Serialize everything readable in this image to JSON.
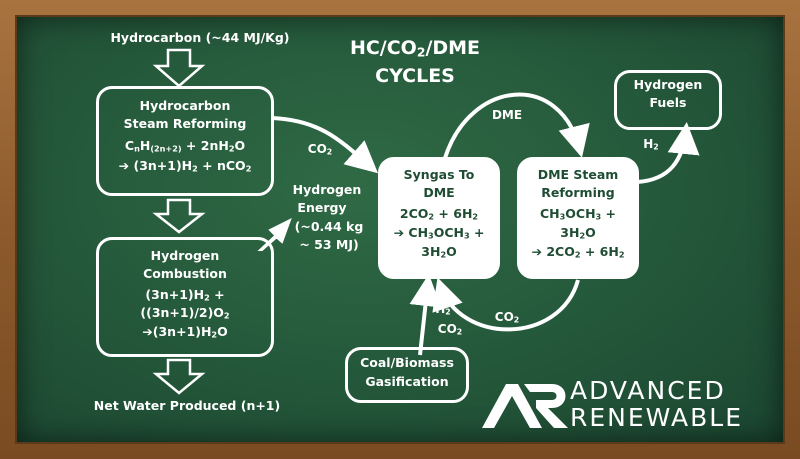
{
  "title": {
    "line1": "HC/CO",
    "sub": "2",
    "line1b": "/DME",
    "line2": "CYCLES"
  },
  "input": {
    "label": "Hydrocarbon (~44 MJ/Kg)"
  },
  "reforming": {
    "title1": "Hydrocarbon",
    "title2": "Steam Reforming",
    "eq1a": "C",
    "eq1b": "n",
    "eq1c": "H",
    "eq1d": "(2n+2)",
    "eq1e": " + 2nH",
    "eq1f": "2",
    "eq1g": "O",
    "eq2": "(3n+1)H",
    "eq2sub": "2",
    "eq2b": " + nCO",
    "eq2sub2": "2"
  },
  "combustion": {
    "title1": "Hydrogen",
    "title2": "Combustion",
    "eq1": "(3n+1)H",
    "eq1sub": "2",
    "eq1b": " +",
    "eq2": "((3n+1)/2)O",
    "eq2sub": "2",
    "eq3": "(3n+1)H",
    "eq3sub": "2",
    "eq3b": "O"
  },
  "energy": {
    "line1": "Hydrogen",
    "line2": "Energy",
    "line3": "(~0.44 kg",
    "line4": "~ 53 MJ)"
  },
  "output": {
    "label": "Net Water Produced  (n+1)"
  },
  "co2_label_left": {
    "text": "CO",
    "sub": "2"
  },
  "syngas": {
    "title1": "Syngas To",
    "title2": "DME",
    "eq1": "2CO",
    "eq1sub": "2",
    "eq1b": " + 6H",
    "eq1sub2": "2",
    "eq2": "CH",
    "eq2sub": "3",
    "eq2b": "OCH",
    "eq2sub2": "3",
    "eq2c": " +",
    "eq3": "3H",
    "eq3sub": "2",
    "eq3b": "O"
  },
  "dme_reforming": {
    "title1": "DME Steam",
    "title2": "Reforming",
    "eq1": "CH",
    "eq1sub": "3",
    "eq1b": "OCH",
    "eq1sub2": "3",
    "eq1c": " +",
    "eq2": "3H",
    "eq2sub": "2",
    "eq2b": "O",
    "eq3": "2CO",
    "eq3sub": "2",
    "eq3b": " + 6H",
    "eq3sub2": "2"
  },
  "dme_label": "DME",
  "co2_label_bottom": {
    "text": "CO",
    "sub": "2"
  },
  "h2_label_fuels": {
    "text": "H",
    "sub": "2"
  },
  "fuels": {
    "line1": "Hydrogen",
    "line2": "Fuels"
  },
  "gasification": {
    "line1": "Coal/Biomass",
    "line2": "Gasification",
    "h2": "H",
    "h2sub": "2",
    "co2": "CO",
    "co2sub": "2"
  },
  "logo": {
    "line1": "ADVANCED",
    "line2": "RENEWABLE"
  },
  "colors": {
    "board": "#24573a",
    "frame": "#8c5a2c",
    "chalk": "#ffffff"
  }
}
